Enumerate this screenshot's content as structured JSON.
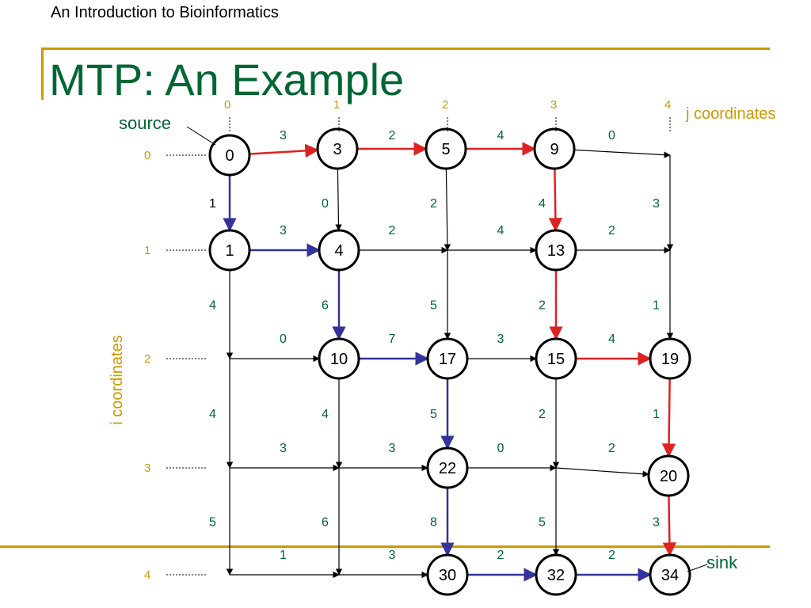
{
  "slide": {
    "header": "An Introduction to Bioinformatics",
    "title": "MTP: An Example"
  },
  "colors": {
    "accent": "#cc9900",
    "label_green": "#006633",
    "coord_gold": "#cc9900",
    "weight_green": "#006633",
    "red_path": "#dd2222",
    "blue_path": "#333399"
  },
  "diagram": {
    "source_label": "source",
    "sink_label": "sink",
    "j_axis_label": "j coordinates",
    "i_axis_label": "i coordinates",
    "j_ticks": [
      "0",
      "1",
      "2",
      "3",
      "4"
    ],
    "i_ticks": [
      "0",
      "1",
      "2",
      "3",
      "4"
    ],
    "nodes": [
      {
        "id": "n00",
        "label": "0"
      },
      {
        "id": "n01",
        "label": "3"
      },
      {
        "id": "n02",
        "label": "5"
      },
      {
        "id": "n03",
        "label": "9"
      },
      {
        "id": "n10",
        "label": "1"
      },
      {
        "id": "n11",
        "label": "4"
      },
      {
        "id": "n13",
        "label": "13"
      },
      {
        "id": "n21",
        "label": "10"
      },
      {
        "id": "n22",
        "label": "17"
      },
      {
        "id": "n23",
        "label": "15"
      },
      {
        "id": "n24",
        "label": "19"
      },
      {
        "id": "n32",
        "label": "22"
      },
      {
        "id": "n34",
        "label": "20"
      },
      {
        "id": "n42",
        "label": "30"
      },
      {
        "id": "n43",
        "label": "32"
      },
      {
        "id": "n44",
        "label": "34"
      }
    ],
    "horizontal_weights": [
      [
        "3",
        "2",
        "4",
        "0"
      ],
      [
        "3",
        "2",
        "4",
        "2"
      ],
      [
        "0",
        "7",
        "3",
        "4"
      ],
      [
        "3",
        "3",
        "0",
        "2"
      ],
      [
        "1",
        "3",
        "2",
        "2"
      ]
    ],
    "vertical_weights": [
      [
        "1",
        "0",
        "2",
        "4",
        "3"
      ],
      [
        "4",
        "6",
        "5",
        "2",
        "1"
      ],
      [
        "4",
        "4",
        "5",
        "2",
        "1"
      ],
      [
        "5",
        "6",
        "8",
        "5",
        "3"
      ]
    ]
  }
}
